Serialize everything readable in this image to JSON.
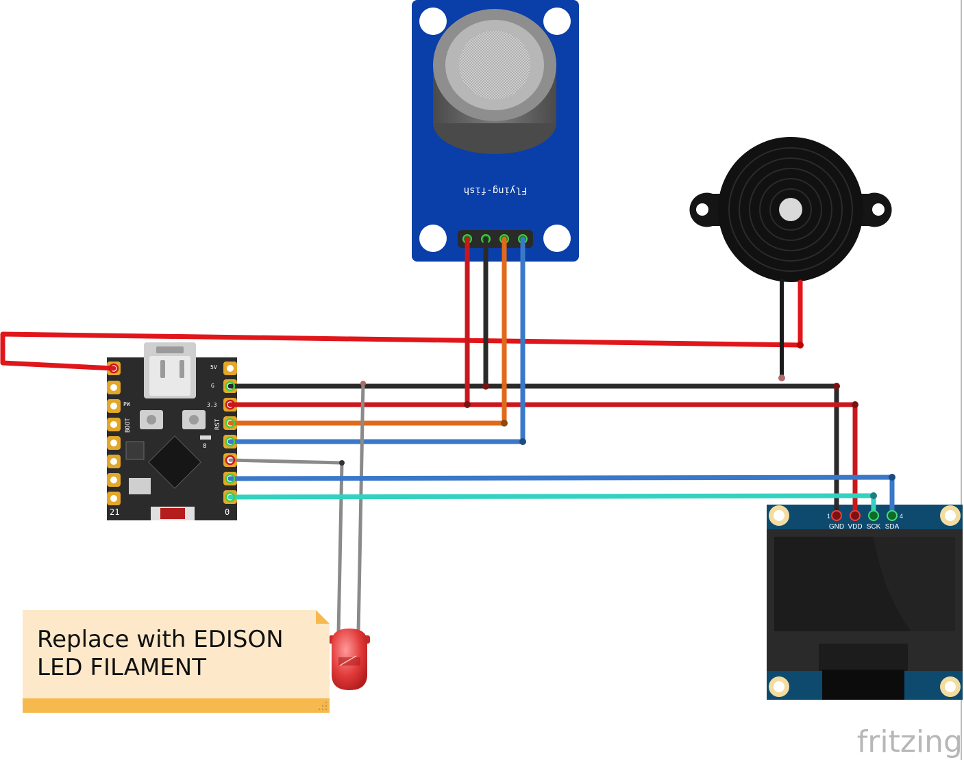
{
  "sensor": {
    "brand": "Flying-fish"
  },
  "mcu": {
    "labels": {
      "v5": "5V",
      "g": "G",
      "v33": "3.3",
      "pw": "PW",
      "boot": "BOOT",
      "rst": "RST",
      "pin8": "8",
      "pin21": "21",
      "pin0": "0"
    }
  },
  "oled": {
    "pin_first": "1",
    "pin_last": "4",
    "pins": [
      "GND",
      "VDD",
      "SCK",
      "SDA"
    ]
  },
  "note": {
    "line1": "Replace with EDISON",
    "line2": "LED FILAMENT"
  },
  "watermark": "fritzing",
  "colors": {
    "wire_red": "#e0161b",
    "wire_darkred": "#c8181e",
    "wire_black": "#2a2a2a",
    "wire_orange": "#e06a1a",
    "wire_blue": "#3a78c8",
    "wire_cyan": "#33d1c0",
    "wire_gray": "#8a8a8a",
    "sensor_board": "#0a3ea8",
    "oled_board": "#0e4a6e",
    "mcu_board": "#2b2b2b",
    "note_bg": "#fde9c9",
    "note_bar": "#f6b94d"
  }
}
